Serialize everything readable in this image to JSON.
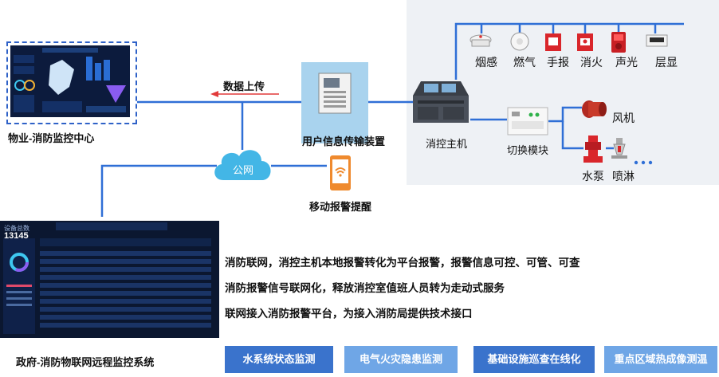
{
  "labels": {
    "property_center": "物业-消防监控中心",
    "gov_system": "政府-消防物联网远程监控系统",
    "data_upload": "数据上传",
    "public_network": "公网",
    "user_device": "用户信息传输装置",
    "mobile_alarm": "移动报警提醒",
    "host": "消控主机",
    "switch_module": "切换模块"
  },
  "devices": {
    "smoke": "烟感",
    "gas": "燃气",
    "manual_alarm": "手报",
    "hydrant": "消火",
    "sound_light": "声光",
    "floor_display": "层显",
    "fan": "风机",
    "pump": "水泵",
    "sprinkler": "喷淋"
  },
  "dashboard": {
    "total_label": "设备总数",
    "total_value": "13145"
  },
  "features": [
    "消防联网，消控主机本地报警转化为平台报警，报警信息可控、可管、可查",
    "消防报警信号联网化，释放消控室值班人员转为走动式服务",
    "联网接入消防报警平台，为接入消防局提供技术接口"
  ],
  "tags": [
    "水系统状态监测",
    "电气火灾隐患监测",
    "基础设施巡查在线化",
    "重点区域热成像测温"
  ],
  "colors": {
    "line_blue": "#2f6fd6",
    "tag_dark": "#3a73cc",
    "tag_light": "#6fa6e6",
    "panel_bg": "#eef1f5",
    "device_box": "#a9d3ee",
    "arrow_red": "#e23a3a"
  }
}
